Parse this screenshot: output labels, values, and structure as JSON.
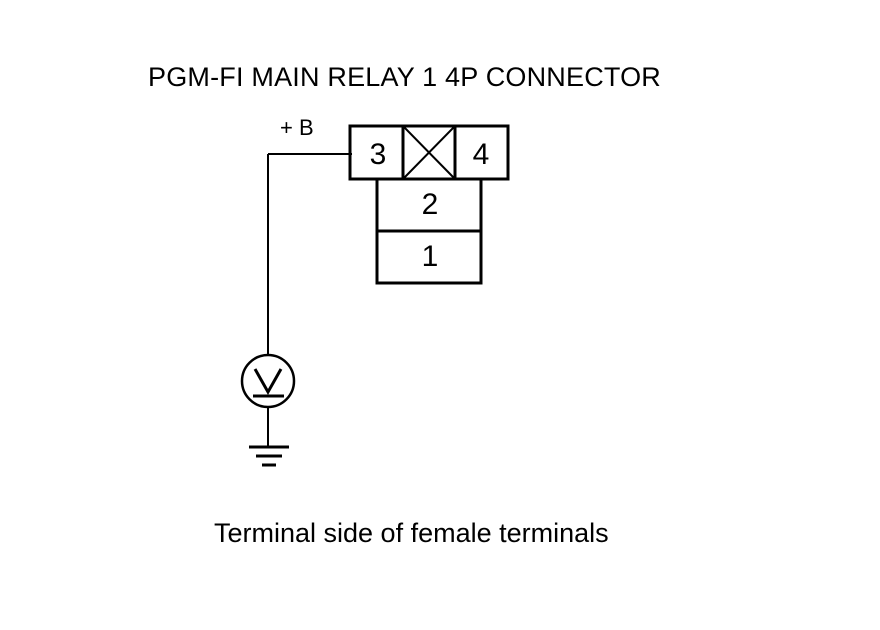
{
  "diagram": {
    "title": "PGM-FI MAIN RELAY 1 4P CONNECTOR",
    "probe_label": "+ B",
    "pins": {
      "pin3": "3",
      "pin4": "4",
      "pin2": "2",
      "pin1": "1"
    },
    "caption": "Terminal side of female terminals",
    "icons": [
      "voltmeter-icon",
      "ground-icon",
      "blank-cavity-icon"
    ],
    "line_color": "#000000"
  }
}
